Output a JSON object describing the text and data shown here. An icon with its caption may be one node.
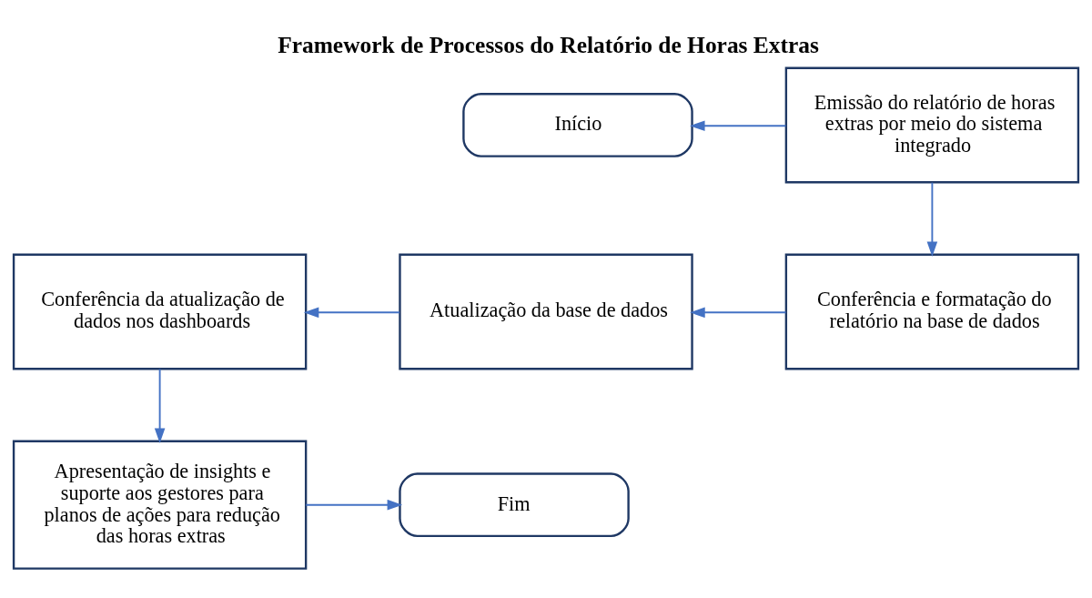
{
  "diagram": {
    "title": "Framework de Processos do Relatório de Horas Extras",
    "nodes": [
      {
        "text": [
          "Início"
        ]
      },
      {
        "text": [
          "Emissão do relatório de horas extras por meio do sistema integrado"
        ]
      },
      {
        "text": [
          "Conferência da atualização de dados nos dashboards"
        ]
      },
      {
        "text": [
          "Atualização da base de dados"
        ]
      },
      {
        "text": [
          "Conferência e formatação do relatório na base de dados"
        ]
      },
      {
        "text": [
          "Apresentação de insights e suporte aos gestores para planos de ações para redução das horas extras"
        ]
      },
      {
        "text": [
          "Fim"
        ]
      }
    ],
    "edges": [
      {
        "from": 1,
        "to": 0,
        "arrow": "to"
      },
      {
        "from": 1,
        "to": 4,
        "arrow": "to"
      },
      {
        "from": 4,
        "to": 3,
        "arrow": "to"
      },
      {
        "from": 3,
        "to": 2,
        "arrow": "to"
      },
      {
        "from": 2,
        "to": 5,
        "arrow": "to"
      },
      {
        "from": 5,
        "to": 6,
        "arrow": "to"
      }
    ]
  }
}
